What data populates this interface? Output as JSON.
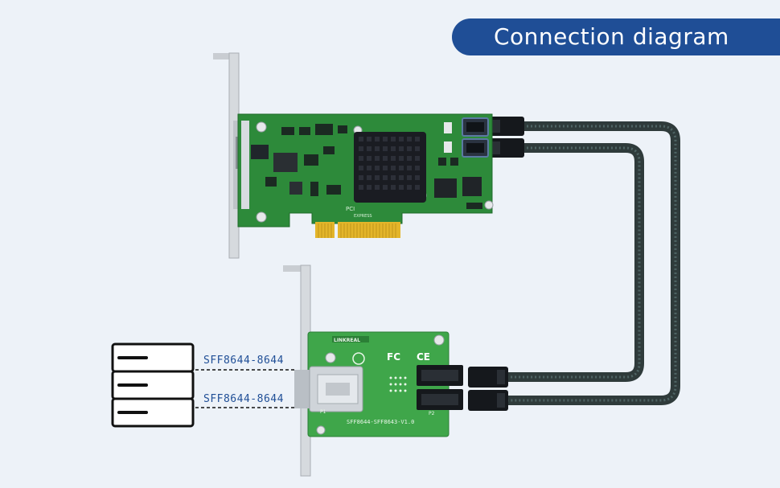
{
  "header": {
    "title": "Connection diagram"
  },
  "hba_card": {
    "board_text_1": "PCI",
    "board_text_2": "EXPRESS"
  },
  "adapter_card": {
    "brand": "LINKREAL",
    "fcc": "FC",
    "ce": "CE",
    "model": "SFF8644-SFF8643-V1.0",
    "p1": "P1",
    "p2": "P2"
  },
  "ports": {
    "top_label": "SFF8644-8644",
    "bottom_label": "SFF8644-8644"
  },
  "colors": {
    "accent": "#1f4e96",
    "background": "#edf2f8",
    "pcb": "#2d8a3a",
    "pcb_light": "#3fa64a",
    "heatsink": "#1a1c22",
    "gold": "#e3b52a",
    "cable": "#3d4a4a"
  }
}
